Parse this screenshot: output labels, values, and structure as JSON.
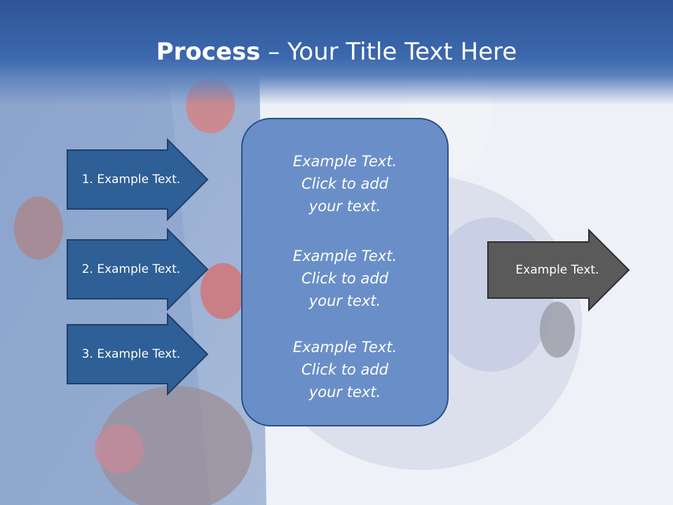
{
  "title": {
    "bold": "Process",
    "rest": " – Your Title Text Here"
  },
  "steps": [
    {
      "label": "1. Example Text."
    },
    {
      "label": "2. Example Text."
    },
    {
      "label": "3. Example Text."
    }
  ],
  "center_blocks": [
    {
      "line1": "Example Text.",
      "line2": "Click  to add",
      "line3": "your text."
    },
    {
      "line1": "Example Text.",
      "line2": "Click  to add",
      "line3": "your text."
    },
    {
      "line1": "Example Text.",
      "line2": "Click  to add",
      "line3": "your text."
    }
  ],
  "output": {
    "label": "Example Text."
  },
  "colors": {
    "header": "#3c68ad",
    "step_arrow": "#2e5f96",
    "center_box": "#6a8fc8",
    "output_arrow": "#5a5a5a"
  }
}
